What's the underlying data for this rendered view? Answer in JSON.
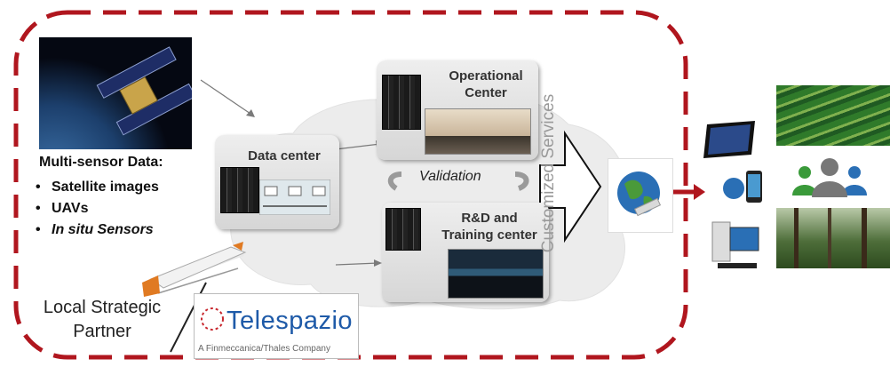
{
  "input_block": {
    "title": "Multi-sensor Data:",
    "bullets": [
      {
        "label": "Satellite images",
        "italic": false
      },
      {
        "label": "UAVs",
        "italic": false
      },
      {
        "label": "In situ Sensors",
        "italic": true
      }
    ],
    "bullet_char": "•"
  },
  "nodes": {
    "data_center": "Data center",
    "operational_center": [
      "Operational",
      "Center"
    ],
    "rd_training": [
      "R&D and",
      "Training center"
    ]
  },
  "validation_label": "Validation",
  "services_label": "Customized Services",
  "partner_label": [
    "Local Strategic",
    "Partner"
  ],
  "logo": {
    "name": "Telespazio",
    "tagline": "A Finmeccanica/Thales Company"
  },
  "colors": {
    "dashed_border": "#b0161e",
    "cloud": "#ececec",
    "node_gradient_top": "#eeeeee",
    "double_arrow": "#b0161e",
    "logo_blue": "#1e5aa8",
    "users": [
      "#3a9a3a",
      "#777777",
      "#2a6fb5"
    ]
  },
  "icons": [
    "satellite-image",
    "drone-image",
    "server-rack-icon",
    "globe-icon",
    "tablet-icon",
    "smartphone-icon",
    "desktop-computer-icon",
    "users-icon",
    "rice-terraces-photo",
    "forest-photo"
  ]
}
